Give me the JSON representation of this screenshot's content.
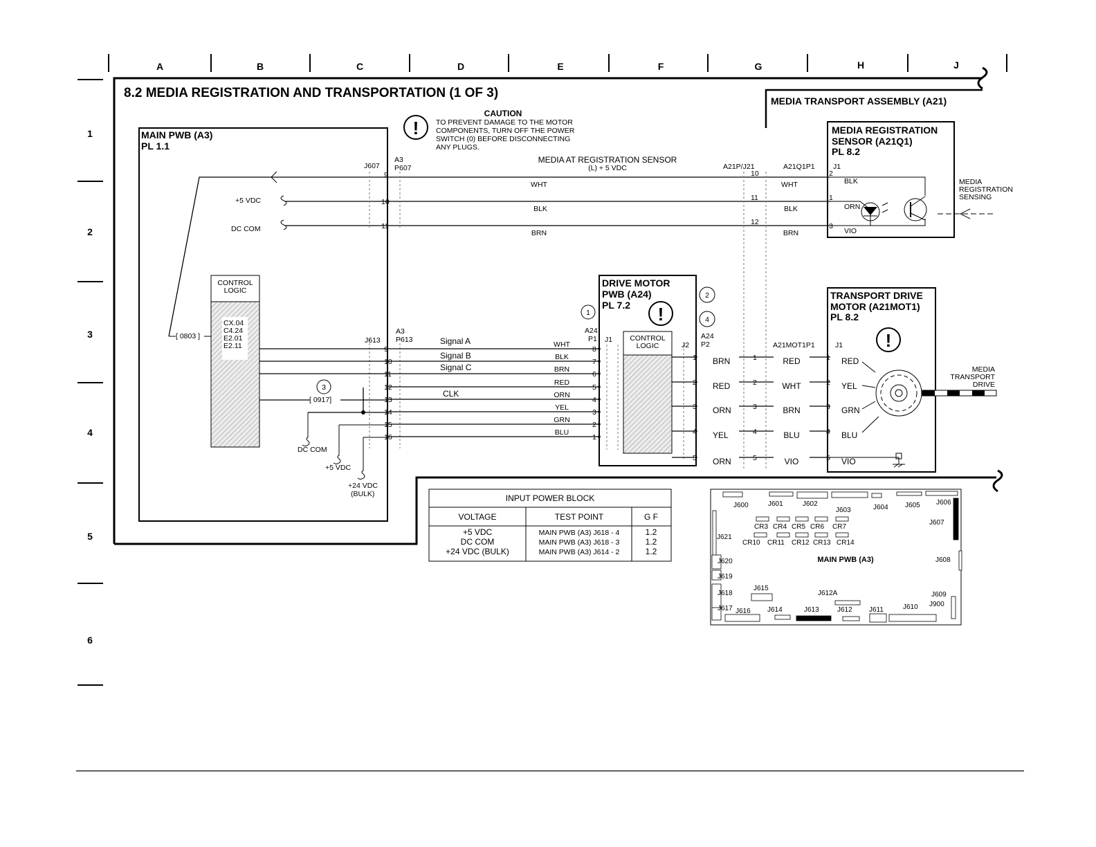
{
  "title": "8.2  MEDIA REGISTRATION AND TRANSPORTATION (1 OF 3)",
  "grid": {
    "columns": [
      "A",
      "B",
      "C",
      "D",
      "E",
      "F",
      "G",
      "H",
      "J"
    ],
    "rows": [
      "1",
      "2",
      "3",
      "4",
      "5",
      "6"
    ]
  },
  "caution": {
    "heading": "CAUTION",
    "lines": [
      "TO PREVENT DAMAGE TO THE MOTOR",
      "COMPONENTS, TURN OFF THE POWER",
      "SWITCH (0) BEFORE DISCONNECTING",
      "ANY PLUGS."
    ]
  },
  "main_pwb": {
    "title": "MAIN PWB (A3)",
    "pl": "PL 1.1",
    "control_logic": "CONTROL\nLOGIC",
    "codes": [
      "CX.04",
      "C4.24",
      "E2.01",
      "E2.11"
    ],
    "ref_0803": "[ 0803 ]",
    "ref_0917": "[ 0917]",
    "v5": "+5 VDC",
    "dccom": "DC COM",
    "dccom2": "DC COM",
    "v5b": "+5 VDC",
    "v24": "+24 VDC",
    "bulk": "(BULK)"
  },
  "connectors": {
    "j607": "J607",
    "a3a": "A3",
    "p607": "P607",
    "a21p": "A21P/J21",
    "a21q1p1": "A21Q1P1",
    "j1a": "J1",
    "j613": "J613",
    "a3b": "A3",
    "p613": "P613",
    "a24a": "A24",
    "p1": "P1",
    "j1b": "J1",
    "j2": "J2",
    "a24b": "A24",
    "p2": "P2",
    "a21mot": "A21MOT1P1",
    "j1c": "J1"
  },
  "sensor_signal": {
    "label": "MEDIA AT REGISTRATION SENSOR",
    "sub": "(L) + 5 VDC"
  },
  "top_wires": {
    "left_pins": [
      "9",
      "10",
      "11"
    ],
    "left_colors": [
      "WHT",
      "BLK",
      "BRN"
    ],
    "mid_pins": [
      "10",
      "11",
      "12"
    ],
    "mid_colors": [
      "WHT",
      "BLK",
      "BRN"
    ],
    "right_pins": [
      "2",
      "1",
      "3"
    ],
    "right_colors": [
      "BLK",
      "ORN",
      "VIO"
    ]
  },
  "sensor": {
    "assembly": "MEDIA TRANSPORT ASSEMBLY (A21)",
    "title1": "MEDIA REGISTRATION",
    "title2": "SENSOR (A21Q1)",
    "pl": "PL 8.2",
    "sensing": "MEDIA\nREGISTRATION\nSENSING"
  },
  "drive_pwb": {
    "title1": "DRIVE MOTOR",
    "title2": "PWB (A24)",
    "pl": "PL 7.2",
    "control_logic": "CONTROL\nLOGIC"
  },
  "signals": [
    "Signal A",
    "Signal B",
    "Signal C",
    "CLK"
  ],
  "lower_wires": {
    "pins_left": [
      "9",
      "10",
      "11",
      "12",
      "13",
      "14",
      "15",
      "16"
    ],
    "pins_p1": [
      "8",
      "7",
      "6",
      "5",
      "4",
      "3",
      "2",
      "1"
    ],
    "colors": [
      "WHT",
      "BLK",
      "BRN",
      "RED",
      "ORN",
      "YEL",
      "GRN",
      "BLU"
    ]
  },
  "motor_wires": {
    "pins": [
      "1",
      "2",
      "3",
      "4",
      "5"
    ],
    "colors_p2": [
      "BRN",
      "RED",
      "ORN",
      "YEL",
      "ORN"
    ],
    "colors_mid": [
      "RED",
      "WHT",
      "BRN",
      "BLU",
      "VIO"
    ],
    "colors_motor": [
      "RED",
      "YEL",
      "GRN",
      "BLU",
      "VIO"
    ]
  },
  "motor": {
    "title1": "TRANSPORT DRIVE",
    "title2": "MOTOR (A21MOT1)",
    "pl": "PL 8.2",
    "drive": "MEDIA\nTRANSPORT\nDRIVE"
  },
  "callouts": [
    "1",
    "2",
    "3",
    "4"
  ],
  "power_table": {
    "title": "INPUT POWER BLOCK",
    "headers": [
      "VOLTAGE",
      "TEST POINT",
      "G F"
    ],
    "rows": [
      [
        "+5 VDC",
        "MAIN PWB (A3) J618 - 4",
        "1.2"
      ],
      [
        "DC COM",
        "MAIN PWB (A3) J618 - 3",
        "1.2"
      ],
      [
        "+24 VDC (BULK)",
        "MAIN PWB (A3) J614 - 2",
        "1.2"
      ]
    ]
  },
  "board_map": {
    "title": "MAIN PWB (A3)",
    "labels": [
      "J600",
      "J601",
      "J602",
      "J603",
      "J604",
      "J605",
      "J606",
      "J607",
      "J608",
      "J609",
      "J900",
      "J610",
      "J611",
      "J612",
      "J612A",
      "J613",
      "J614",
      "J615",
      "J616",
      "J617",
      "J618",
      "J619",
      "J620",
      "J621",
      "CR3",
      "CR4",
      "CR5",
      "CR6",
      "CR7",
      "CR10",
      "CR11",
      "CR12",
      "CR13",
      "CR14"
    ]
  }
}
